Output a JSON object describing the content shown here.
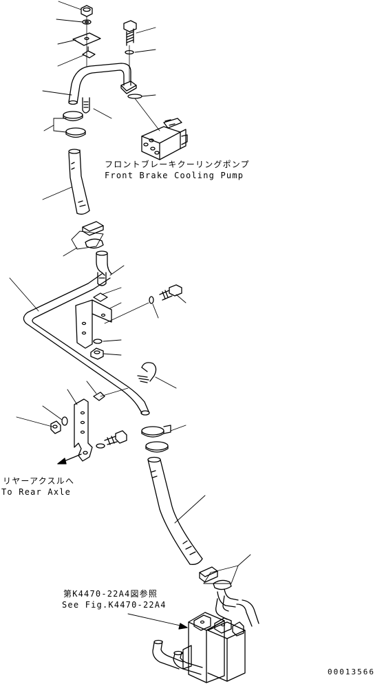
{
  "labels": {
    "pump_jp": "フロントブレーキクーリングポンプ",
    "pump_en": "Front Brake Cooling Pump",
    "axle_jp": "リヤーアクスルへ",
    "axle_en": "To Rear Axle",
    "fig_jp": "第K4470-22A4図参照",
    "fig_en": "See Fig.K4470-22A4",
    "drawing_no": "00013566"
  },
  "colors": {
    "line": "#000000",
    "background": "#ffffff"
  }
}
